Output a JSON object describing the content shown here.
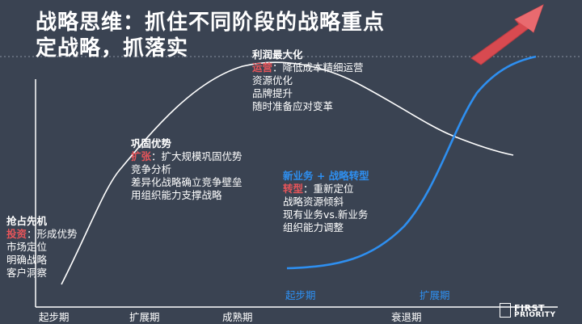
{
  "title": {
    "line1": "战略思维：抓住不同阶段的战略重点",
    "line2": "定战略，抓落实"
  },
  "stages": {
    "grab": {
      "heading": "抢占先机",
      "key": "投资",
      "key_text": "：形成优势",
      "items": [
        "市场定位",
        "明确战略",
        "客户洞察"
      ]
    },
    "consolidate": {
      "heading": "巩固优势",
      "key": "扩张",
      "key_text": "：扩大规模巩固优势",
      "items": [
        "竞争分析",
        "差异化战略确立竞争壁垒",
        "用组织能力支撑战略"
      ]
    },
    "profit": {
      "heading": "利润最大化",
      "key": "运营",
      "key_text": "：降低成本精细运营",
      "items": [
        "资源优化",
        "品牌提升",
        "随时准备应对变革"
      ]
    },
    "transform": {
      "heading": "新业务 + 战略转型",
      "key": "转型",
      "key_text": "：重新定位",
      "items": [
        "战略资源倾斜",
        "现有业务vs.新业务",
        "组织能力调整"
      ]
    }
  },
  "axis": {
    "labels": [
      "起步期",
      "扩展期",
      "成熟期",
      "衰退期"
    ],
    "new_labels": [
      "起步期",
      "扩展期"
    ]
  },
  "logo": {
    "line1": "FIRST",
    "line2": "PRIORITY"
  },
  "colors": {
    "background": "#3a4352",
    "curve_old": "#ffffff",
    "curve_new": "#2e8ff0",
    "highlight": "#e8555a",
    "arrow": "#d84a50"
  }
}
